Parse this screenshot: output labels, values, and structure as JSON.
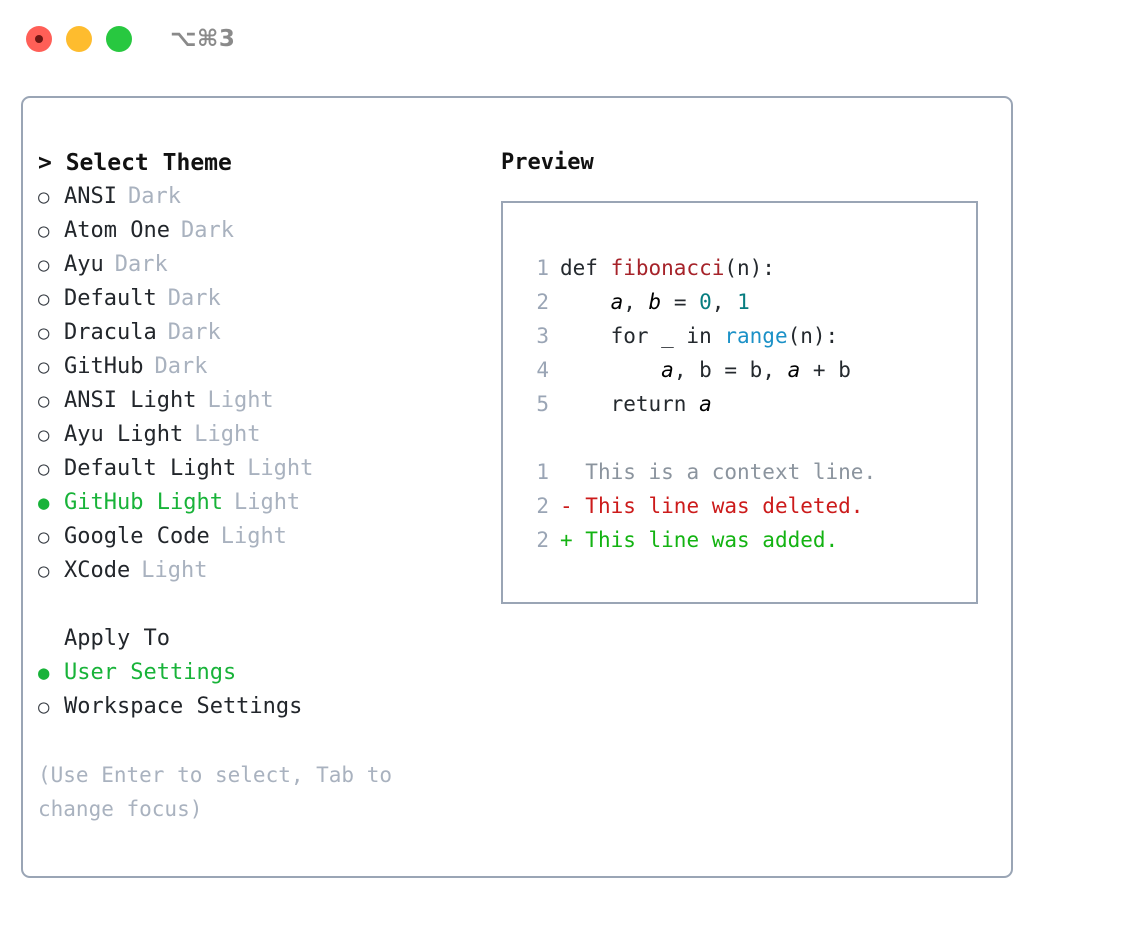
{
  "window": {
    "title": "⌥⌘3",
    "lights": [
      {
        "name": "close",
        "color": "#ff5f57"
      },
      {
        "name": "minimize",
        "color": "#febc2e"
      },
      {
        "name": "zoom",
        "color": "#28c840"
      }
    ]
  },
  "theme_panel": {
    "heading": "> Select Theme",
    "items": [
      {
        "bullet": "○",
        "label": "ANSI",
        "tag": "Dark",
        "selected": false
      },
      {
        "bullet": "○",
        "label": "Atom One",
        "tag": "Dark",
        "selected": false
      },
      {
        "bullet": "○",
        "label": "Ayu",
        "tag": "Dark",
        "selected": false
      },
      {
        "bullet": "○",
        "label": "Default",
        "tag": "Dark",
        "selected": false
      },
      {
        "bullet": "○",
        "label": "Dracula",
        "tag": "Dark",
        "selected": false
      },
      {
        "bullet": "○",
        "label": "GitHub",
        "tag": "Dark",
        "selected": false
      },
      {
        "bullet": "○",
        "label": "ANSI Light",
        "tag": "Light",
        "selected": false
      },
      {
        "bullet": "○",
        "label": "Ayu Light",
        "tag": "Light",
        "selected": false
      },
      {
        "bullet": "○",
        "label": "Default Light",
        "tag": "Light",
        "selected": false
      },
      {
        "bullet": "●",
        "label": "GitHub Light",
        "tag": "Light",
        "selected": true
      },
      {
        "bullet": "○",
        "label": "Google Code",
        "tag": "Light",
        "selected": false
      },
      {
        "bullet": "○",
        "label": "XCode",
        "tag": "Light",
        "selected": false
      }
    ]
  },
  "apply_to": {
    "heading": "Apply To",
    "items": [
      {
        "bullet": "●",
        "label": "User Settings",
        "selected": true
      },
      {
        "bullet": "○",
        "label": "Workspace Settings",
        "selected": false
      }
    ]
  },
  "hint": "(Use Enter to select, Tab to change focus)",
  "preview": {
    "heading": "Preview",
    "code_lines": [
      {
        "no": "1",
        "parts": [
          {
            "t": "def ",
            "c": "plain"
          },
          {
            "t": "fibonacci",
            "c": "fn"
          },
          {
            "t": "(n):",
            "c": "plain"
          }
        ]
      },
      {
        "no": "2",
        "parts": [
          {
            "t": "    ",
            "c": "plain"
          },
          {
            "t": "a",
            "c": "var"
          },
          {
            "t": ", ",
            "c": "plain"
          },
          {
            "t": "b",
            "c": "var"
          },
          {
            "t": " = ",
            "c": "plain"
          },
          {
            "t": "0",
            "c": "num"
          },
          {
            "t": ", ",
            "c": "plain"
          },
          {
            "t": "1",
            "c": "num"
          }
        ]
      },
      {
        "no": "3",
        "parts": [
          {
            "t": "    for _ in ",
            "c": "plain"
          },
          {
            "t": "range",
            "c": "call"
          },
          {
            "t": "(n):",
            "c": "plain"
          }
        ]
      },
      {
        "no": "4",
        "parts": [
          {
            "t": "        ",
            "c": "plain"
          },
          {
            "t": "a",
            "c": "var"
          },
          {
            "t": ", b = b, ",
            "c": "plain"
          },
          {
            "t": "a",
            "c": "var"
          },
          {
            "t": " + b",
            "c": "plain"
          }
        ]
      },
      {
        "no": "5",
        "parts": [
          {
            "t": "    return ",
            "c": "plain"
          },
          {
            "t": "a",
            "c": "var"
          }
        ]
      }
    ],
    "diff_lines": [
      {
        "no": "1",
        "marker": "  ",
        "text": "This is a context line.",
        "kind": "ctx"
      },
      {
        "no": "2",
        "marker": "- ",
        "text": "This line was deleted.",
        "kind": "del"
      },
      {
        "no": "2",
        "marker": "+ ",
        "text": "This line was added.",
        "kind": "add"
      }
    ]
  },
  "colors": {
    "border": "#9aa5b5",
    "accent_green": "#18b339",
    "muted": "#a9b2bf",
    "diff_add": "#13b312",
    "diff_del": "#cc1b1b",
    "syntax_fn": "#a6232a",
    "syntax_num": "#077d80",
    "syntax_call": "#1b91c7"
  }
}
